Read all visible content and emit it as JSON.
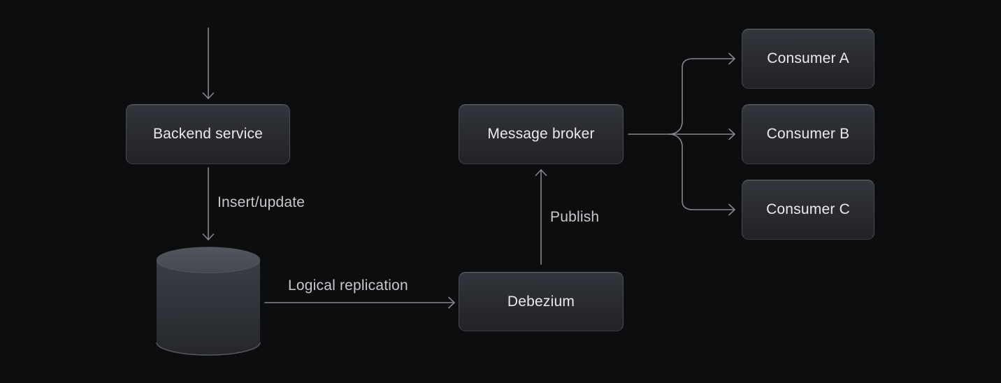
{
  "nodes": {
    "backend_service": {
      "label": "Backend service"
    },
    "database": {
      "icon": "database-cylinder"
    },
    "debezium": {
      "label": "Debezium"
    },
    "message_broker": {
      "label": "Message broker"
    },
    "consumer_a": {
      "label": "Consumer A"
    },
    "consumer_b": {
      "label": "Consumer B"
    },
    "consumer_c": {
      "label": "Consumer C"
    }
  },
  "edge_labels": {
    "insert_update": "Insert/update",
    "logical_replication": "Logical replication",
    "publish": "Publish"
  },
  "colors": {
    "background": "#0c0d0e",
    "node_fill_top": "#33363c",
    "node_fill_bottom": "#212328",
    "node_border": "#494c52",
    "node_text": "#e9eaec",
    "edge_line": "#85878c",
    "edge_label_text": "#c7c8cb",
    "cylinder_top_fill": "#4a4e56",
    "cylinder_body_top": "#3a3e45",
    "cylinder_body_bottom": "#25272c"
  }
}
